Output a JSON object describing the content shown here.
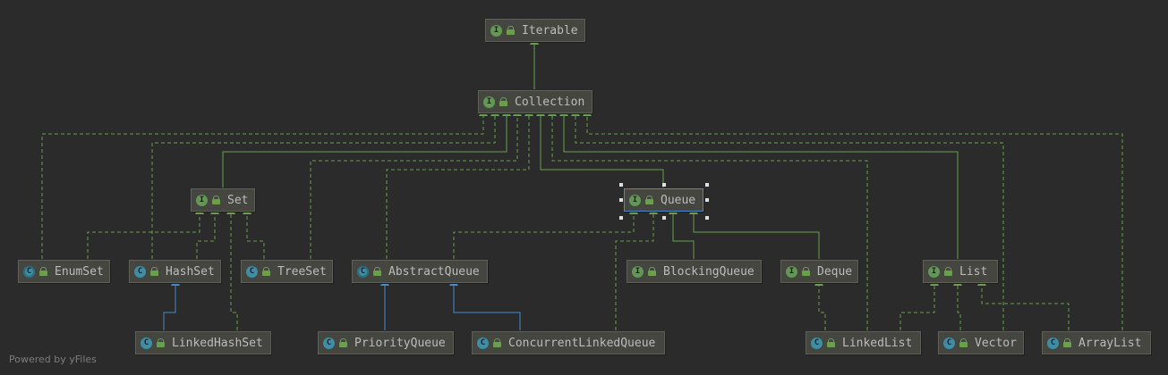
{
  "diagram": {
    "nodes": {
      "iterable": {
        "label": "Iterable",
        "badge": "I"
      },
      "collection": {
        "label": "Collection",
        "badge": "I"
      },
      "set": {
        "label": "Set",
        "badge": "I"
      },
      "queue": {
        "label": "Queue",
        "badge": "I"
      },
      "enumset": {
        "label": "EnumSet",
        "badge": "C"
      },
      "hashset": {
        "label": "HashSet",
        "badge": "C"
      },
      "treeset": {
        "label": "TreeSet",
        "badge": "C"
      },
      "abstractqueue": {
        "label": "AbstractQueue",
        "badge": "C"
      },
      "blockingqueue": {
        "label": "BlockingQueue",
        "badge": "I"
      },
      "deque": {
        "label": "Deque",
        "badge": "I"
      },
      "list": {
        "label": "List",
        "badge": "I"
      },
      "linkedhashset": {
        "label": "LinkedHashSet",
        "badge": "C"
      },
      "priorityqueue": {
        "label": "PriorityQueue",
        "badge": "C"
      },
      "concurrentlinkedqueue": {
        "label": "ConcurrentLinkedQueue",
        "badge": "C"
      },
      "linkedlist": {
        "label": "LinkedList",
        "badge": "C"
      },
      "vector": {
        "label": "Vector",
        "badge": "C"
      },
      "arraylist": {
        "label": "ArrayList",
        "badge": "C"
      }
    },
    "selected_node": "Queue"
  },
  "footer": {
    "text": "Powered by yFiles"
  },
  "colors": {
    "background": "#2b2b2b",
    "node_fill": "#45463f",
    "interface_badge": "#629755",
    "class_badge": "#3d8ea6",
    "extends_edge": "#6a9f4c",
    "class_extends_edge": "#4a88c7"
  }
}
